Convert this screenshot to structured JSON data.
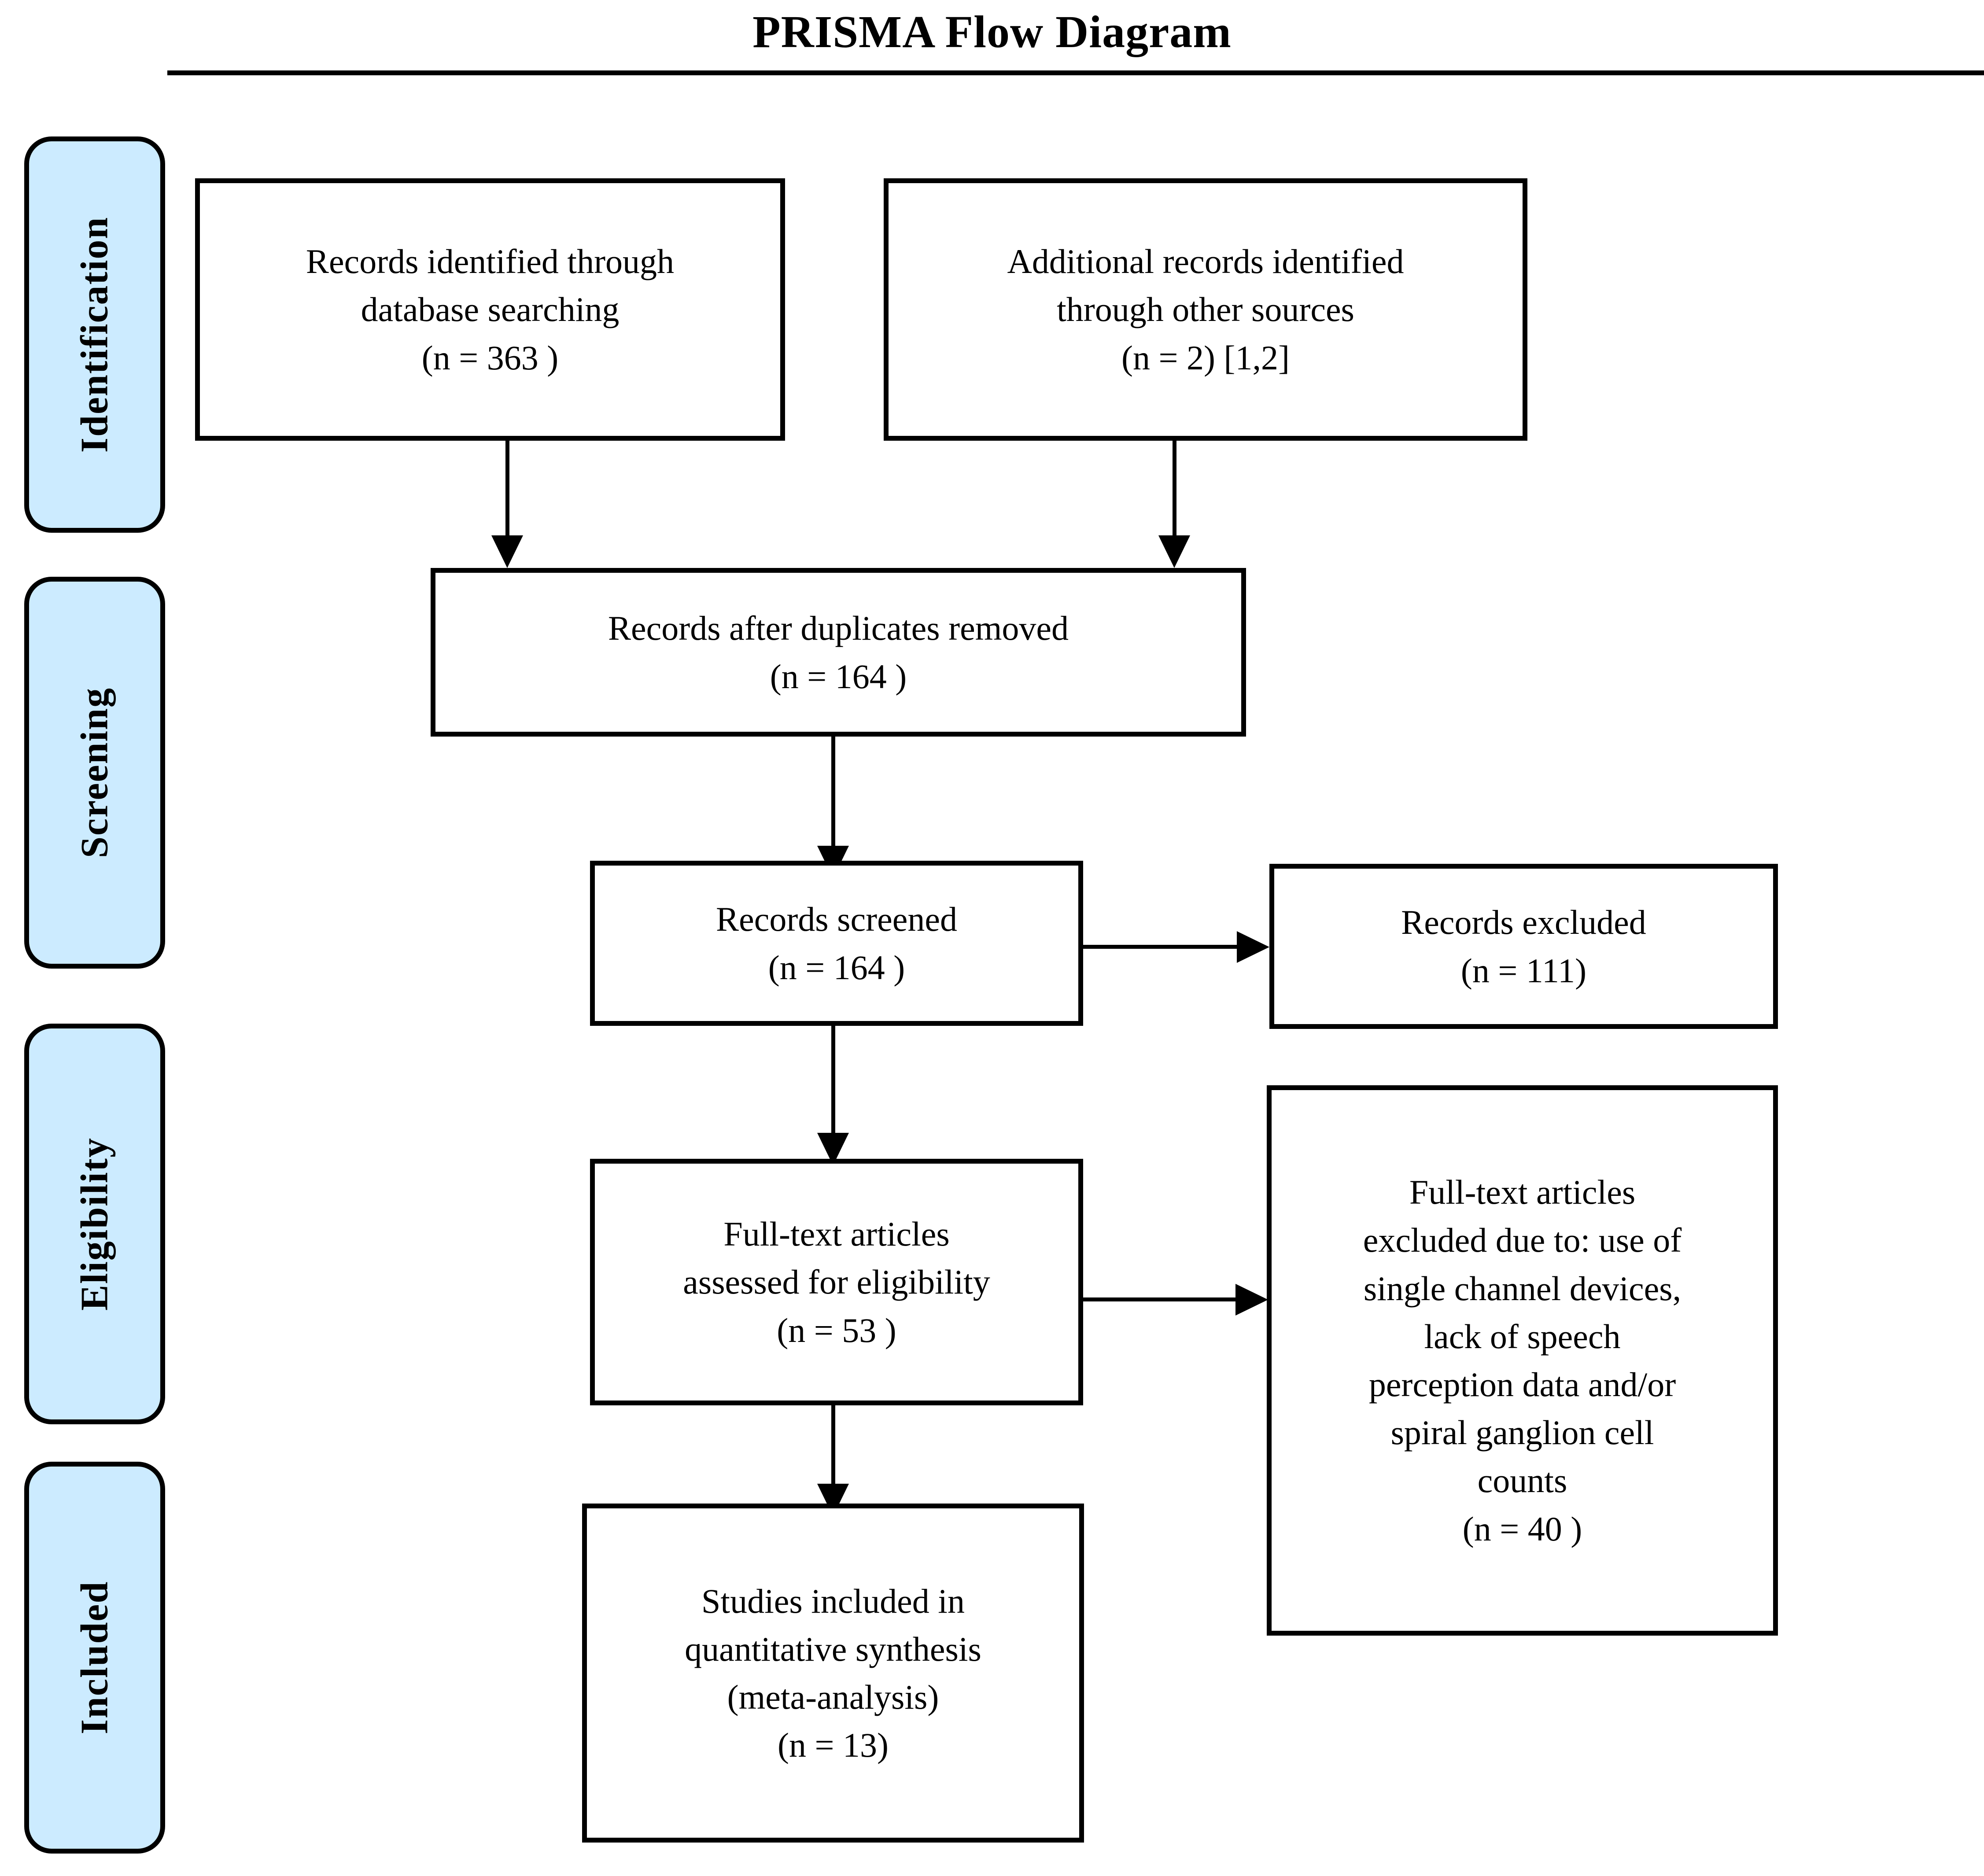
{
  "title": "PRISMA Flow Diagram",
  "colors": {
    "stage_fill": "#CCEBFF",
    "stroke": "#000000",
    "box_fill": "#FFFFFF",
    "page_background": "#FFFFFF"
  },
  "stages": [
    {
      "id": "identification",
      "label": "Identification"
    },
    {
      "id": "screening",
      "label": "Screening"
    },
    {
      "id": "eligibility",
      "label": "Eligibility"
    },
    {
      "id": "included",
      "label": "Included"
    }
  ],
  "boxes": {
    "db_search": {
      "lines": [
        "Records identified through",
        "database searching",
        "(n = 363 )"
      ],
      "n": 363
    },
    "other_sources": {
      "lines": [
        "Additional records identified",
        "through other sources",
        "(n = 2) [1,2]"
      ],
      "n": 2,
      "citations": "[1,2]"
    },
    "after_duplicates": {
      "lines": [
        "Records after duplicates removed",
        "(n = 164 )"
      ],
      "n": 164
    },
    "screened": {
      "lines": [
        "Records screened",
        "(n = 164 )"
      ],
      "n": 164
    },
    "records_excluded": {
      "lines": [
        "Records excluded",
        "(n = 111)"
      ],
      "n": 111
    },
    "fulltext_assessed": {
      "lines": [
        "Full-text articles",
        "assessed for eligibility",
        "(n = 53 )"
      ],
      "n": 53
    },
    "fulltext_excluded": {
      "lines": [
        "Full-text articles",
        "excluded due to: use of",
        "single channel devices,",
        "lack of speech",
        "perception data and/or",
        "spiral ganglion cell",
        "counts",
        "(n = 40 )"
      ],
      "n": 40
    },
    "included_studies": {
      "lines": [
        "Studies included in",
        "quantitative synthesis",
        "(meta-analysis)",
        "(n = 13)"
      ],
      "n": 13
    }
  },
  "connectors": [
    {
      "id": "db-search-to-after-duplicates",
      "from": "db_search",
      "to": "after_duplicates",
      "direction": "down"
    },
    {
      "id": "other-sources-to-after-duplicates",
      "from": "other_sources",
      "to": "after_duplicates",
      "direction": "down"
    },
    {
      "id": "after-duplicates-to-screened",
      "from": "after_duplicates",
      "to": "screened",
      "direction": "down"
    },
    {
      "id": "screened-to-records-excluded",
      "from": "screened",
      "to": "records_excluded",
      "direction": "right"
    },
    {
      "id": "screened-to-fulltext-assessed",
      "from": "screened",
      "to": "fulltext_assessed",
      "direction": "down"
    },
    {
      "id": "fulltext-assessed-to-excluded",
      "from": "fulltext_assessed",
      "to": "fulltext_excluded",
      "direction": "right"
    },
    {
      "id": "fulltext-assessed-to-included",
      "from": "fulltext_assessed",
      "to": "included_studies",
      "direction": "down"
    }
  ]
}
